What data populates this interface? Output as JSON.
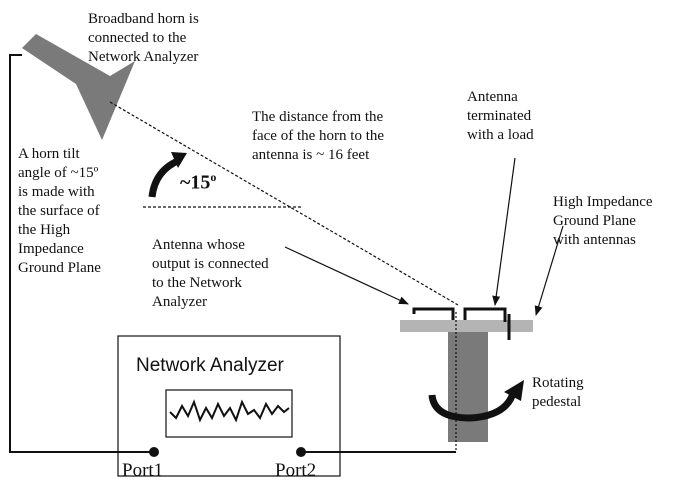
{
  "labels": {
    "horn_note": [
      "Broadband horn is",
      "connected to the",
      "Network Analyzer"
    ],
    "tilt_note": [
      "A horn tilt",
      "angle of ~15º",
      "is made with",
      "the surface of",
      "the High",
      "Impedance",
      "Ground Plane"
    ],
    "distance_note": [
      "The distance from the",
      "face of the horn to the",
      "antenna is ~ 16 feet"
    ],
    "load_note": [
      "Antenna",
      "terminated",
      "with a load"
    ],
    "ground_plane_note": [
      "High Impedance",
      "Ground Plane",
      "with antennas"
    ],
    "antenna_output_note": [
      "Antenna whose",
      "output is connected",
      "to the Network",
      "Analyzer"
    ],
    "pedestal_note": [
      "Rotating",
      "pedestal"
    ]
  },
  "angle": {
    "text": "~15",
    "degree_mark": "o"
  },
  "network_analyzer": {
    "title": "Network Analyzer",
    "port1": "Port1",
    "port2": "Port2"
  },
  "colors": {
    "horn": "#7a7a7a",
    "plane": "#b4b4b4",
    "pedestal": "#7a7a7a",
    "ink": "#111111"
  }
}
